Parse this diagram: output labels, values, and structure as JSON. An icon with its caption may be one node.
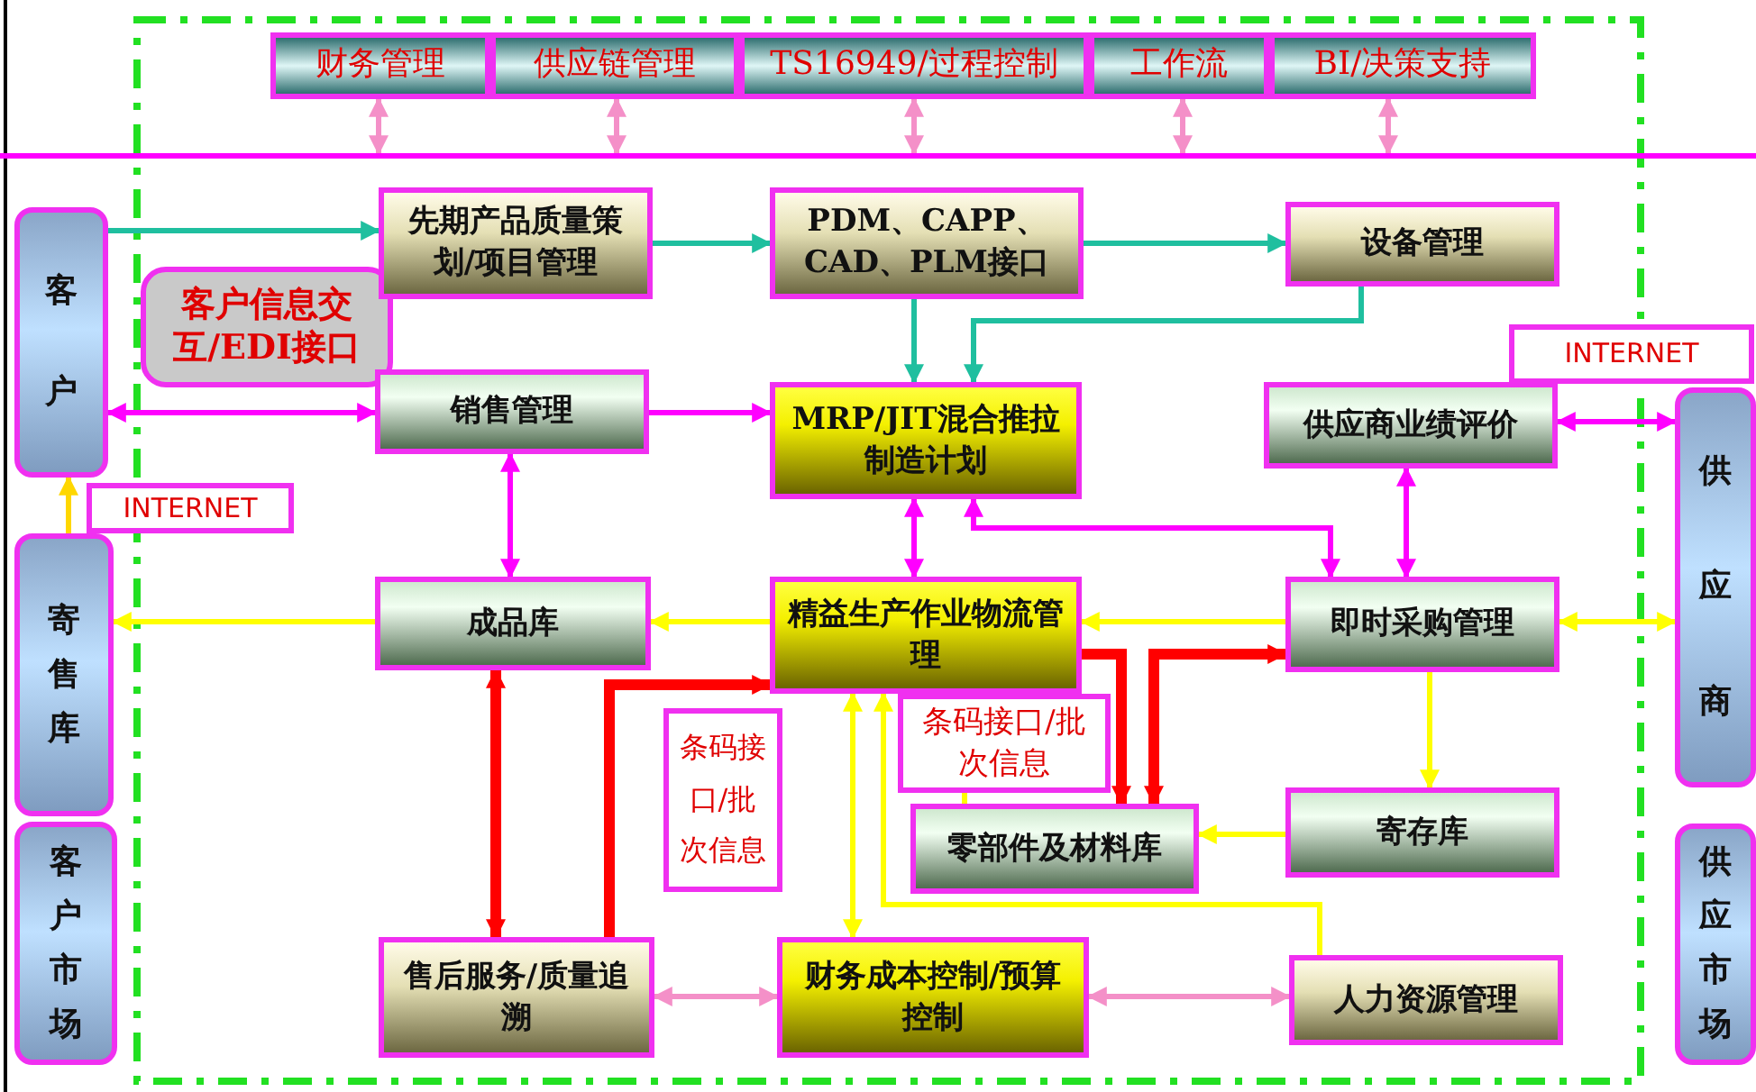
{
  "diagram": {
    "nodes": [
      {
        "text": [
          "财务管理"
        ]
      },
      {
        "text": [
          "供应链管理"
        ]
      },
      {
        "text": [
          "TS16949/过程控制"
        ]
      },
      {
        "text": [
          "工作流"
        ]
      },
      {
        "text": [
          "BI/决策支持"
        ]
      },
      {
        "text": [
          "客户"
        ]
      },
      {
        "text": [
          "客户信息交互/EDI接口"
        ]
      },
      {
        "text": [
          "先期产品质量策划/项目管理"
        ]
      },
      {
        "text": [
          "PDM、CAPP、CAD、PLM接口"
        ]
      },
      {
        "text": [
          "设备管理"
        ]
      },
      {
        "text": [
          "销售管理"
        ]
      },
      {
        "text": [
          "MRP/JIT混合推拉制造计划"
        ]
      },
      {
        "text": [
          "INTERNET"
        ]
      },
      {
        "text": [
          "INTERNET"
        ]
      },
      {
        "text": [
          "供应商业绩评价"
        ]
      },
      {
        "text": [
          "供应商"
        ]
      },
      {
        "text": [
          "寄售库"
        ]
      },
      {
        "text": [
          "成品库"
        ]
      },
      {
        "text": [
          "精益生产作业物流管理"
        ]
      },
      {
        "text": [
          "即时采购管理"
        ]
      },
      {
        "text": [
          "条码接口/批次信息"
        ]
      },
      {
        "text": [
          "条码接口/批次信息"
        ]
      },
      {
        "text": [
          "零部件及材料库"
        ]
      },
      {
        "text": [
          "寄存库"
        ]
      },
      {
        "text": [
          "客户市场"
        ]
      },
      {
        "text": [
          "售后服务/质量追溯"
        ]
      },
      {
        "text": [
          "财务成本控制/预算控制"
        ]
      },
      {
        "text": [
          "人力资源管理"
        ]
      },
      {
        "text": [
          "供应市场"
        ]
      },
      {
        "text": [],
        "shape": "bar"
      }
    ],
    "edges": [
      {
        "from": 0,
        "to": 29,
        "arrow": "both",
        "color": "#f490c8"
      },
      {
        "from": 1,
        "to": 29,
        "arrow": "both",
        "color": "#f490c8"
      },
      {
        "from": 2,
        "to": 29,
        "arrow": "both",
        "color": "#f490c8"
      },
      {
        "from": 3,
        "to": 29,
        "arrow": "both",
        "color": "#f490c8"
      },
      {
        "from": 4,
        "to": 29,
        "arrow": "both",
        "color": "#f490c8"
      },
      {
        "from": 5,
        "to": 7,
        "arrow": "to",
        "color": "#1fbf9f"
      },
      {
        "from": 7,
        "to": 8,
        "arrow": "to",
        "color": "#1fbf9f"
      },
      {
        "from": 8,
        "to": 9,
        "arrow": "to",
        "color": "#1fbf9f"
      },
      {
        "from": 8,
        "to": 11,
        "arrow": "to",
        "color": "#1fbf9f"
      },
      {
        "from": 9,
        "to": 11,
        "arrow": "to",
        "color": "#1fbf9f"
      },
      {
        "from": 5,
        "to": 10,
        "arrow": "both",
        "color": "#ff00ff"
      },
      {
        "from": 10,
        "to": 11,
        "arrow": "to",
        "color": "#ff00ff"
      },
      {
        "from": 10,
        "to": 17,
        "arrow": "both",
        "color": "#ff00ff"
      },
      {
        "from": 11,
        "to": 18,
        "arrow": "both",
        "color": "#ff00ff"
      },
      {
        "from": 11,
        "to": 19,
        "arrow": "both",
        "color": "#ff00ff"
      },
      {
        "from": 14,
        "to": 19,
        "arrow": "both",
        "color": "#ff00ff"
      },
      {
        "from": 14,
        "to": 15,
        "arrow": "both",
        "color": "#ff00ff"
      },
      {
        "from": 16,
        "to": 5,
        "arrow": "to",
        "color": "#ffd700"
      },
      {
        "from": 17,
        "to": 16,
        "arrow": "to",
        "color": "#ffff00"
      },
      {
        "from": 18,
        "to": 17,
        "arrow": "to",
        "color": "#ffff00"
      },
      {
        "from": 19,
        "to": 18,
        "arrow": "to",
        "color": "#ffff00"
      },
      {
        "from": 19,
        "to": 15,
        "arrow": "both",
        "color": "#ffff00"
      },
      {
        "from": 19,
        "to": 23,
        "arrow": "to",
        "color": "#ffff00"
      },
      {
        "from": 23,
        "to": 22,
        "arrow": "to",
        "color": "#ffff00"
      },
      {
        "from": 18,
        "to": 26,
        "arrow": "both",
        "color": "#ffff00"
      },
      {
        "from": 27,
        "to": 18,
        "arrow": "to",
        "color": "#ffff00"
      },
      {
        "from": 17,
        "to": 25,
        "arrow": "both",
        "color": "#ff0000",
        "style": "thick"
      },
      {
        "from": 25,
        "to": 18,
        "arrow": "to",
        "color": "#ff0000",
        "style": "thick"
      },
      {
        "from": 18,
        "to": 22,
        "arrow": "to",
        "color": "#ff0000",
        "style": "thick"
      },
      {
        "from": 22,
        "to": 19,
        "arrow": "both",
        "color": "#ff0000",
        "style": "thick"
      },
      {
        "from": 25,
        "to": 26,
        "arrow": "both",
        "color": "#f490c8"
      },
      {
        "from": 26,
        "to": 27,
        "arrow": "both",
        "color": "#f490c8"
      },
      {
        "from": 20,
        "to": 22,
        "arrow": "none",
        "color": "#ffff00"
      }
    ]
  }
}
